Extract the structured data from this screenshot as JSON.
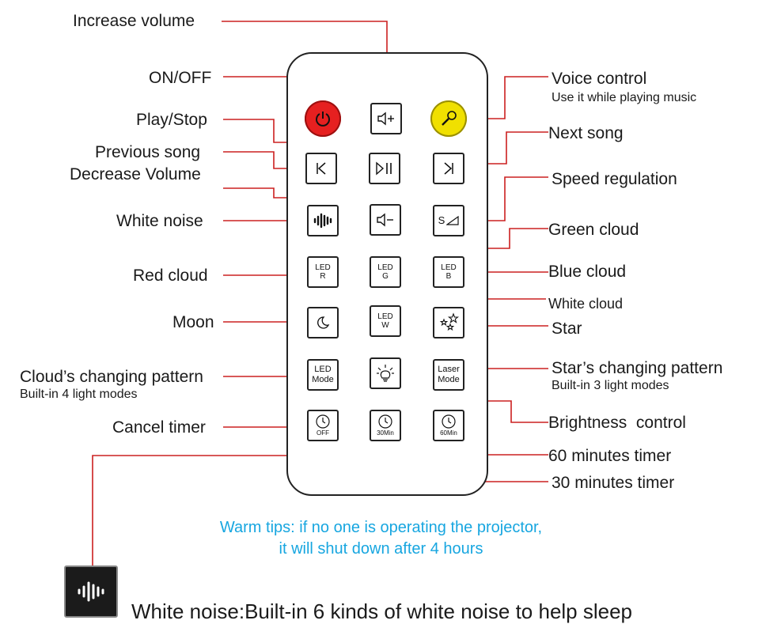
{
  "labels": {
    "increase_volume": "Increase volume",
    "on_off": "ON/OFF",
    "play_stop": "Play/Stop",
    "previous_song": "Previous song",
    "decrease_volume": "Decrease Volume",
    "white_noise": "White noise",
    "red_cloud": "Red cloud",
    "moon": "Moon",
    "clouds_changing_pattern": "Cloud’s changing pattern",
    "clouds_changing_pattern_sub": "Built-in 4 light modes",
    "cancel_timer": "Cancel timer",
    "voice_control": "Voice control",
    "voice_control_sub": "Use it while playing music",
    "next_song": "Next song",
    "speed_regulation": "Speed regulation",
    "green_cloud": "Green cloud",
    "blue_cloud": "Blue cloud",
    "white_cloud": "White cloud",
    "star": "Star",
    "stars_changing_pattern": "Star’s changing pattern",
    "stars_changing_pattern_sub": "Built-in 3 light modes",
    "brightness_control": "Brightness  control",
    "timer_60": "60 minutes timer",
    "timer_30": "30 minutes timer"
  },
  "buttons": {
    "speed_text": "S",
    "led_r": [
      "LED",
      "R"
    ],
    "led_g": [
      "LED",
      "G"
    ],
    "led_b": [
      "LED",
      "B"
    ],
    "led_w": [
      "LED",
      "W"
    ],
    "led_mode": [
      "LED",
      "Mode"
    ],
    "laser_mode": [
      "Laser",
      "Mode"
    ],
    "off": "OFF",
    "min30": "30Min",
    "min60": "60Min"
  },
  "tips": {
    "line1": "Warm tips: if no one is operating the projector,",
    "line2": "it will shut down after 4 hours"
  },
  "footer": "White noise:Built-in 6 kinds of white noise to help sleep",
  "colors": {
    "leader_line": "#cc2020",
    "highlight_outline": "#30b8e0",
    "power_button": "#e62020",
    "voice_button": "#f0e000",
    "tips_text": "#17a6e0"
  }
}
